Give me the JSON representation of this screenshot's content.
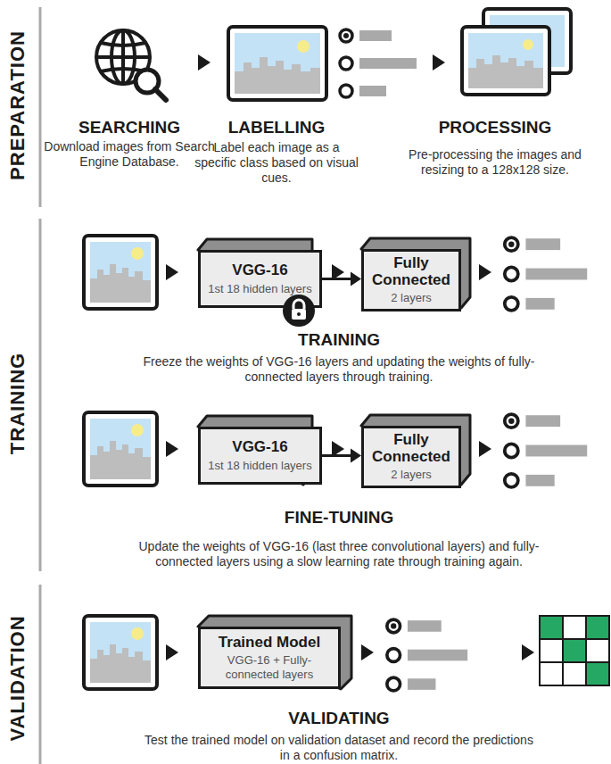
{
  "diagram": {
    "nodes": [
      {
        "text": [
          "VGG-16",
          "1st 18 hidden layers"
        ]
      },
      {
        "text": [
          "Fully Connected",
          "2 layers"
        ]
      },
      {
        "text": [
          "VGG-16",
          "1st 18 hidden layers"
        ]
      },
      {
        "text": [
          "Fully Connected",
          "2 layers"
        ]
      },
      {
        "text": [
          "Trained Model",
          "VGG-16 + Fully-connected layers"
        ]
      }
    ],
    "edges": [
      {
        "from": 0,
        "to": 1,
        "arrow": "to"
      },
      {
        "from": 2,
        "to": 3,
        "arrow": "to"
      }
    ],
    "labels": [
      "PREPARATION",
      "SEARCHING",
      "Download images from Search Engine Database.",
      "LABELLING",
      "Label each image as a specific class based on visual cues.",
      "PROCESSING",
      "Pre-processing the images and resizing to a 128x128 size.",
      "TRAINING",
      "TRAINING",
      "Freeze the weights of VGG-16 layers and updating the weights of fully-connected layers through training.",
      "FINE-TUNING",
      "Update the weights of VGG-16 (last three convolutional layers) and fully-connected layers using a slow learning rate through training again.",
      "VALIDATION",
      "VALIDATING",
      "Test the trained model on validation dataset and record the predictions in a confusion matrix."
    ]
  }
}
